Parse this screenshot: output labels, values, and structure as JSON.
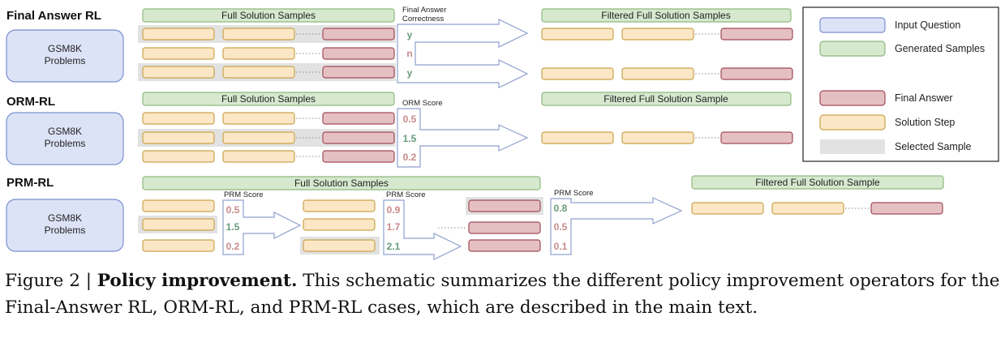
{
  "rows": {
    "final": {
      "title": "Final Answer RL",
      "question": [
        "GSM8K",
        "Problems"
      ],
      "samples_header": "Full Solution Samples",
      "score_header": [
        "Final Answer",
        "Correctness"
      ],
      "scores": [
        "y",
        "n",
        "y"
      ],
      "filtered_header": "Filtered Full Solution Samples"
    },
    "orm": {
      "title": "ORM-RL",
      "question": [
        "GSM8K",
        "Problems"
      ],
      "samples_header": "Full Solution Samples",
      "score_header": "ORM Score",
      "scores": [
        "0.5",
        "1.5",
        "0.2"
      ],
      "filtered_header": "Filtered Full Solution Sample"
    },
    "prm": {
      "title": "PRM-RL",
      "question": [
        "GSM8K",
        "Problems"
      ],
      "samples_header": "Full Solution Samples",
      "score_header_1": "PRM Score",
      "scores_1": [
        "0.5",
        "1.5",
        "0.2"
      ],
      "score_header_2": "PRM Score",
      "scores_2": [
        "0.9",
        "1.7",
        "2.1"
      ],
      "score_header_3": "PRM Score",
      "scores_3": [
        "0.8",
        "0.5",
        "0.1"
      ],
      "filtered_header": "Filtered Full Solution Sample"
    }
  },
  "legend": {
    "input_question": "Input Question",
    "generated_samples": "Generated Samples",
    "final_answer": "Final Answer",
    "solution_step": "Solution Step",
    "selected_sample": "Selected Sample"
  },
  "colors": {
    "question_fill": "#dde3f7",
    "question_stroke": "#7a8fd0",
    "header_fill": "#d6e9cf",
    "header_stroke": "#8fb87e",
    "step_fill": "#fbe7c6",
    "step_stroke": "#c9a34a",
    "final_fill": "#e4c0c3",
    "final_stroke": "#a04a57",
    "selected_fill": "#e2e2e2",
    "score_good": "#6a9a7c",
    "score_bad": "#c98a8a",
    "arrow_stroke": "#8fa0cf"
  },
  "caption": {
    "prefix": "Figure 2 | ",
    "bold": "Policy improvement.",
    "text": " This schematic summarizes the different policy improvement operators for the Final-Answer RL, ORM-RL, and PRM-RL cases, which are described in the main text."
  }
}
